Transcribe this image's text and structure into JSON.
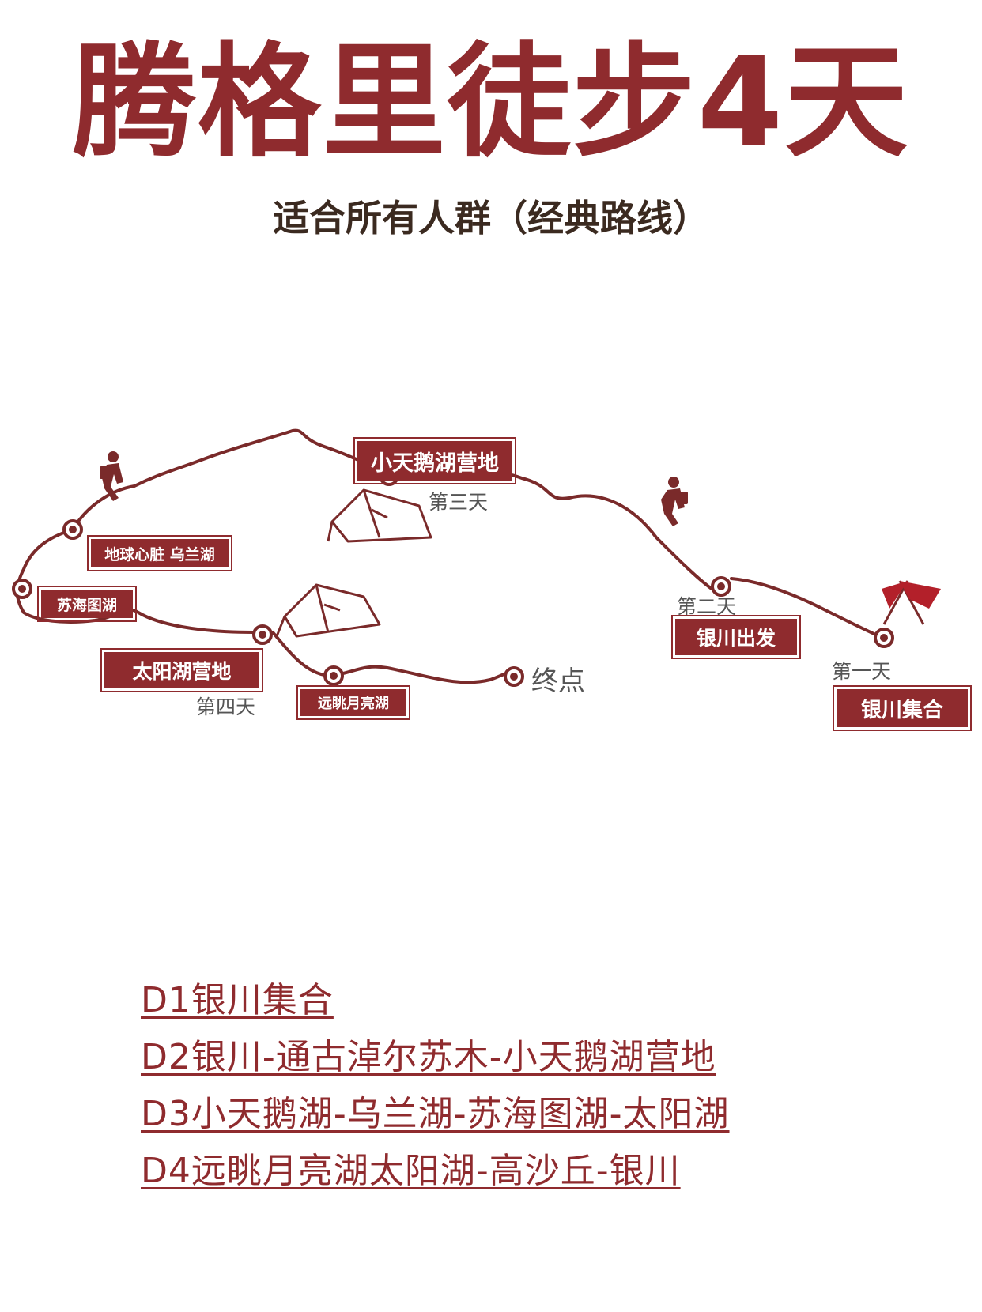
{
  "header": {
    "title": "腾格里徒步4天",
    "subtitle": "适合所有人群（经典路线）"
  },
  "map": {
    "route_color": "#7a2a2a",
    "stops": [
      {
        "name": "小天鹅湖营地"
      },
      {
        "name": "地球心脏 乌兰湖"
      },
      {
        "name": "苏海图湖"
      },
      {
        "name": "太阳湖营地"
      },
      {
        "name": "远眺月亮湖"
      },
      {
        "name": "银川出发"
      },
      {
        "name": "银川集合"
      }
    ],
    "day_labels": [
      "第一天",
      "第二天",
      "第三天",
      "第四天"
    ],
    "end_label": "终点",
    "icons": [
      "hiker-icon",
      "tent-icon",
      "flag-icon"
    ]
  },
  "itinerary": [
    "D1银川集合",
    "D2银川-通古淖尔苏木-小天鹅湖营地",
    "D3小天鹅湖-乌兰湖-苏海图湖-太阳湖",
    "D4远眺月亮湖太阳湖-高沙丘-银川"
  ],
  "colors": {
    "accent": "#8f2b2e",
    "subtitle": "#3b2a20",
    "label_gray": "#555555"
  }
}
